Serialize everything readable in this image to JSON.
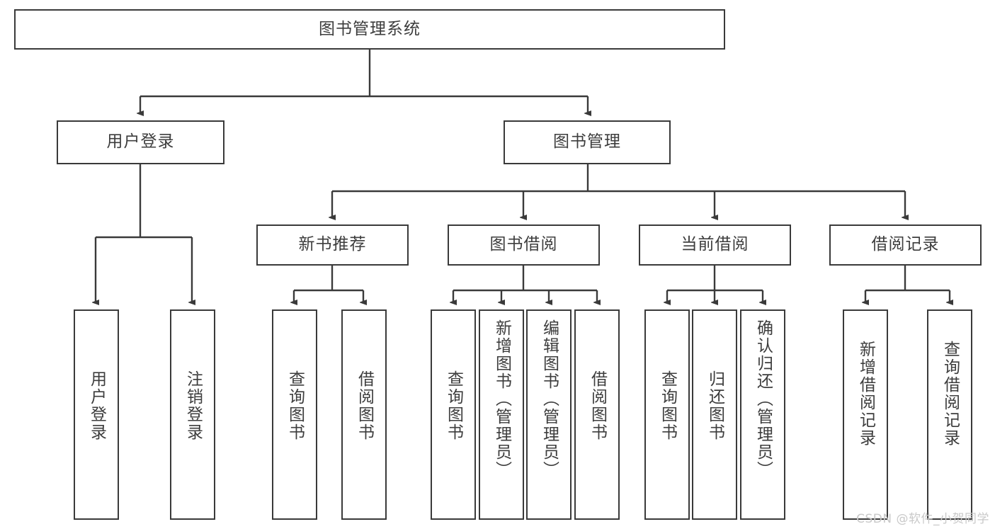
{
  "diagram": {
    "type": "tree",
    "title": "图书管理系统",
    "watermark": "CSDN @软件_小贺同学",
    "colors": {
      "border": "#3a3a3a",
      "text": "#3d3d3d",
      "background": "#ffffff",
      "edge": "#3a3a3a",
      "watermark": "#c9c9c9"
    },
    "root": {
      "label": "图书管理系统"
    },
    "level2": [
      {
        "label": "用户登录"
      },
      {
        "label": "图书管理"
      }
    ],
    "level3": [
      {
        "label": "新书推荐"
      },
      {
        "label": "图书借阅"
      },
      {
        "label": "当前借阅"
      },
      {
        "label": "借阅记录"
      }
    ],
    "leaves": {
      "user_login": [
        {
          "label": "用户登录"
        },
        {
          "label": "注销登录"
        }
      ],
      "new_book": [
        {
          "label": "查询图书"
        },
        {
          "label": "借阅图书"
        }
      ],
      "borrow": [
        {
          "label": "查询图书"
        },
        {
          "label": "新增图书（管理员）"
        },
        {
          "label": "编辑图书（管理员）"
        },
        {
          "label": "借阅图书"
        }
      ],
      "current": [
        {
          "label": "查询图书"
        },
        {
          "label": "归还图书"
        },
        {
          "label": "确认归还（管理员）"
        }
      ],
      "records": [
        {
          "label": "新增借阅记录"
        },
        {
          "label": "查询借阅记录"
        }
      ]
    }
  }
}
